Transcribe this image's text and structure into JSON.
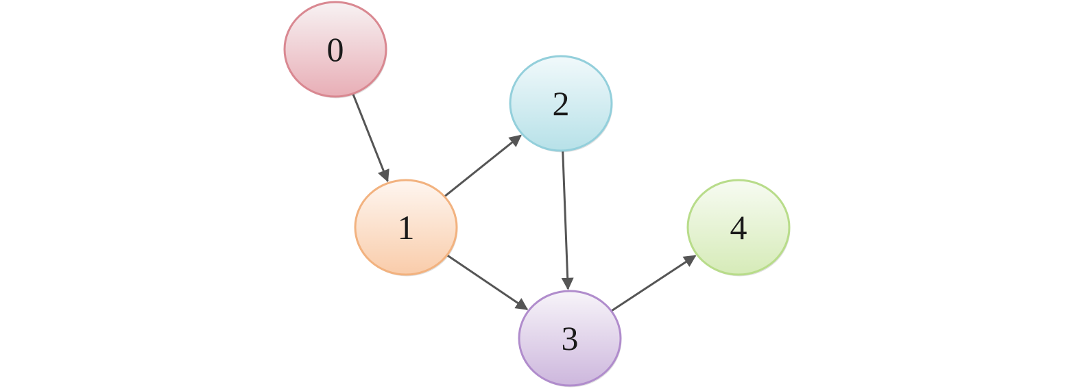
{
  "nodes": [
    {
      "id": "0",
      "label": "0",
      "fill_top": "#f7f2f3",
      "fill_bottom": "#e8aeb6",
      "stroke": "#d98891"
    },
    {
      "id": "1",
      "label": "1",
      "fill_top": "#fef6f0",
      "fill_bottom": "#f9ccaa",
      "stroke": "#f2b27f"
    },
    {
      "id": "2",
      "label": "2",
      "fill_top": "#f1f9fb",
      "fill_bottom": "#b7e1e8",
      "stroke": "#93cfdb"
    },
    {
      "id": "3",
      "label": "3",
      "fill_top": "#f7f4f9",
      "fill_bottom": "#cdb7dd",
      "stroke": "#b08ccc"
    },
    {
      "id": "4",
      "label": "4",
      "fill_top": "#f7fbf2",
      "fill_bottom": "#d6ebb8",
      "stroke": "#b8dc8a"
    }
  ],
  "edges": [
    {
      "from": "0",
      "to": "1"
    },
    {
      "from": "1",
      "to": "2"
    },
    {
      "from": "1",
      "to": "3"
    },
    {
      "from": "2",
      "to": "3"
    },
    {
      "from": "3",
      "to": "4"
    }
  ],
  "colors": {
    "edge": "#555555",
    "label": "#1a1a1a",
    "background": "#ffffff"
  }
}
